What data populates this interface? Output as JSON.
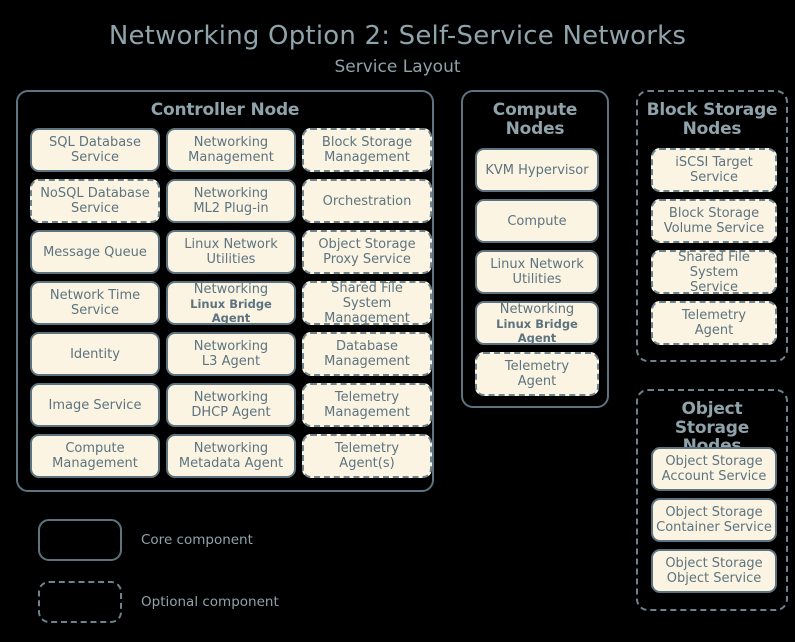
{
  "header": {
    "title": "Networking Option 2: Self-Service Networks",
    "subtitle": "Service Layout"
  },
  "colors": {
    "background": "#000000",
    "title_text": "#8fa3ab",
    "box_fill": "#fbf4e2",
    "box_border": "#5d7480",
    "optional_border": "#6d838e",
    "box_text": "#5d7480"
  },
  "nodes": {
    "controller": {
      "title": "Controller Node",
      "optional": false,
      "services": [
        {
          "line1": "SQL Database",
          "line2": "Service",
          "optional": false
        },
        {
          "line1": "Networking",
          "line2": "Management",
          "optional": false
        },
        {
          "line1": "Block Storage",
          "line2": "Management",
          "optional": true
        },
        {
          "line1": "NoSQL Database",
          "line2": "Service",
          "optional": true
        },
        {
          "line1": "Networking",
          "line2": "ML2 Plug-in",
          "optional": false
        },
        {
          "line1": "Orchestration",
          "line2": "",
          "optional": true
        },
        {
          "line1": "Message Queue",
          "line2": "",
          "optional": false
        },
        {
          "line1": "Linux Network",
          "line2": "Utilities",
          "optional": false
        },
        {
          "line1": "Object Storage",
          "line2": "Proxy Service",
          "optional": true
        },
        {
          "line1": "Network Time",
          "line2": "Service",
          "optional": false
        },
        {
          "line1": "Networking",
          "line2": "Linux Bridge Agent",
          "optional": false,
          "small_second_line": true
        },
        {
          "line1": "Shared File System",
          "line2": "Management",
          "optional": true
        },
        {
          "line1": "Identity",
          "line2": "",
          "optional": false
        },
        {
          "line1": "Networking",
          "line2": "L3 Agent",
          "optional": false
        },
        {
          "line1": "Database",
          "line2": "Management",
          "optional": true
        },
        {
          "line1": "Image Service",
          "line2": "",
          "optional": false
        },
        {
          "line1": "Networking",
          "line2": "DHCP Agent",
          "optional": false
        },
        {
          "line1": "Telemetry",
          "line2": "Management",
          "optional": true
        },
        {
          "line1": "Compute",
          "line2": "Management",
          "optional": false
        },
        {
          "line1": "Networking",
          "line2": "Metadata Agent",
          "optional": false
        },
        {
          "line1": "Telemetry",
          "line2": "Agent(s)",
          "optional": true
        }
      ]
    },
    "compute": {
      "title": "Compute Nodes",
      "optional": false,
      "services": [
        {
          "line1": "KVM Hypervisor",
          "line2": "",
          "optional": false
        },
        {
          "line1": "Compute",
          "line2": "",
          "optional": false
        },
        {
          "line1": "Linux Network",
          "line2": "Utilities",
          "optional": false
        },
        {
          "line1": "Networking",
          "line2": "Linux Bridge Agent",
          "optional": false,
          "small_second_line": true
        },
        {
          "line1": "Telemetry",
          "line2": "Agent",
          "optional": true
        }
      ]
    },
    "block_storage": {
      "title": "Block Storage Nodes",
      "optional": true,
      "services": [
        {
          "line1": "iSCSI Target",
          "line2": "Service",
          "optional": true
        },
        {
          "line1": "Block Storage",
          "line2": "Volume Service",
          "optional": true
        },
        {
          "line1": "Shared File System",
          "line2": "Service",
          "optional": true
        },
        {
          "line1": "Telemetry",
          "line2": "Agent",
          "optional": true
        }
      ]
    },
    "object_storage": {
      "title": "Object Storage Nodes",
      "optional": true,
      "services": [
        {
          "line1": "Object Storage",
          "line2": "Account Service",
          "optional": false
        },
        {
          "line1": "Object Storage",
          "line2": "Container Service",
          "optional": false
        },
        {
          "line1": "Object Storage",
          "line2": "Object Service",
          "optional": false
        }
      ]
    }
  },
  "legend": {
    "core_label": "Core component",
    "optional_label": "Optional component"
  }
}
